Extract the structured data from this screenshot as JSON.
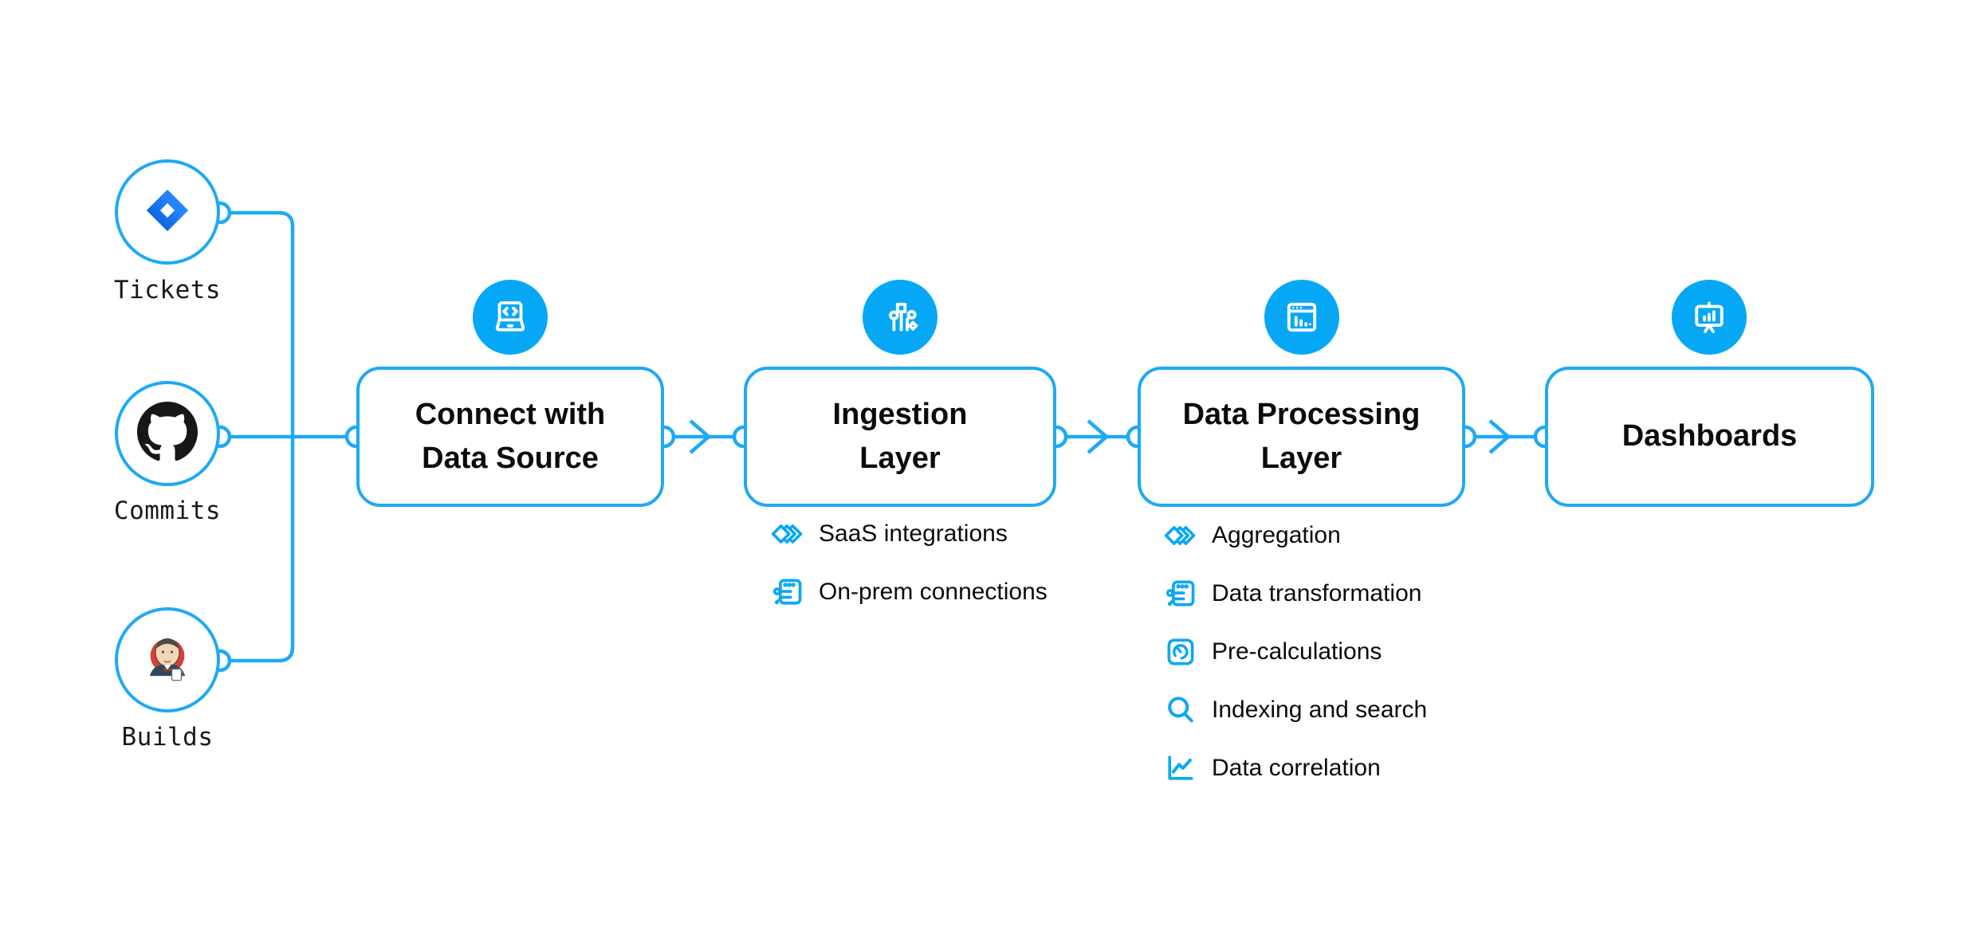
{
  "palette": {
    "wire_blue": "#1fa9f4",
    "icon_fill_blue": "#06a8f6",
    "text_color": "#0c0c0c",
    "jenkins_red": "#d43f3a",
    "github_black": "#181717",
    "jira_blue": "#2684ff",
    "jira_blue_dark": "#0052cc"
  },
  "sources": [
    {
      "label": "Tickets",
      "icon": "jira-icon"
    },
    {
      "label": "Commits",
      "icon": "github-icon"
    },
    {
      "label": "Builds",
      "icon": "jenkins-icon"
    }
  ],
  "stages": [
    {
      "title": "Connect with Data Source",
      "icon": "laptop-code-icon",
      "items": []
    },
    {
      "title": "Ingestion Layer",
      "icon": "circuit-icon",
      "items": [
        {
          "label": "SaaS integrations",
          "icon": "diamonds-icon"
        },
        {
          "label": "On-prem connections",
          "icon": "window-sliders-icon"
        }
      ]
    },
    {
      "title": "Data Processing Layer",
      "icon": "window-chart-icon",
      "items": [
        {
          "label": "Aggregation",
          "icon": "diamonds-icon"
        },
        {
          "label": "Data transformation",
          "icon": "window-sliders-icon"
        },
        {
          "label": "Pre-calculations",
          "icon": "gauge-icon"
        },
        {
          "label": "Indexing and search",
          "icon": "search-icon"
        },
        {
          "label": "Data correlation",
          "icon": "line-chart-icon"
        }
      ]
    },
    {
      "title": "Dashboards",
      "icon": "presentation-chart-icon",
      "items": []
    }
  ]
}
